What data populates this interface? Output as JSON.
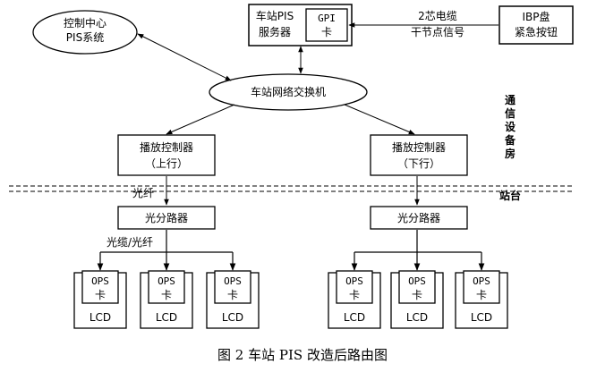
{
  "control_center": {
    "line1": "控制中心",
    "line2": "PIS系统"
  },
  "server": {
    "line1": "车站PIS",
    "line2": "服务器",
    "gpi_line1": "GPI",
    "gpi_line2": "卡"
  },
  "signal_label": {
    "line1": "2芯电缆",
    "line2": "干节点信号"
  },
  "ibp": {
    "line1": "IBP盘",
    "line2": "紧急按钮"
  },
  "switch": {
    "label": "车站网络交换机"
  },
  "room_label": [
    "通",
    "信",
    "设",
    "备",
    "房"
  ],
  "platform_label": "站台",
  "controller_up": {
    "line1": "播放控制器",
    "line2": "（上行）"
  },
  "controller_down": {
    "line1": "播放控制器",
    "line2": "（下行）"
  },
  "fiber_label": "光纤",
  "splitter_up": "光分路器",
  "splitter_down": "光分路器",
  "cable_label": "光缆/光纤",
  "ops": {
    "line1": "OPS",
    "line2": "卡",
    "lcd": "LCD"
  },
  "caption": "图 2  车站 PIS 改造后路由图"
}
